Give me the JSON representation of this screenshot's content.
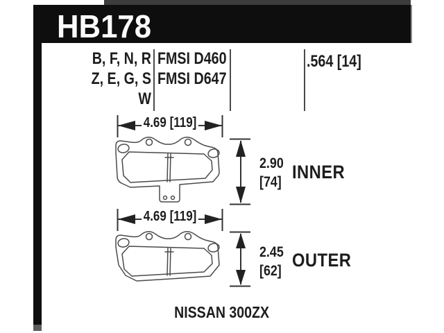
{
  "part": {
    "number": "HB178"
  },
  "header": {
    "compounds": [
      "B, F, N, R",
      "Z, E, G, S",
      "W"
    ],
    "fmsi": [
      "FMSI D460",
      "FMSI D647"
    ],
    "thickness": ".564 [14]"
  },
  "inner": {
    "width": "4.69 [119]",
    "height_in": "2.90",
    "height_mm": "[74]",
    "label": "INNER"
  },
  "outer": {
    "width": "4.69 [119]",
    "height_in": "2.45",
    "height_mm": "[62]",
    "label": "OUTER"
  },
  "footer": {
    "vehicle": "NISSAN 300ZX"
  },
  "colors": {
    "band": "#0e0e0e",
    "ink": "#1d1d1d",
    "line": "#4a4a4a",
    "paper": "#ffffff"
  }
}
